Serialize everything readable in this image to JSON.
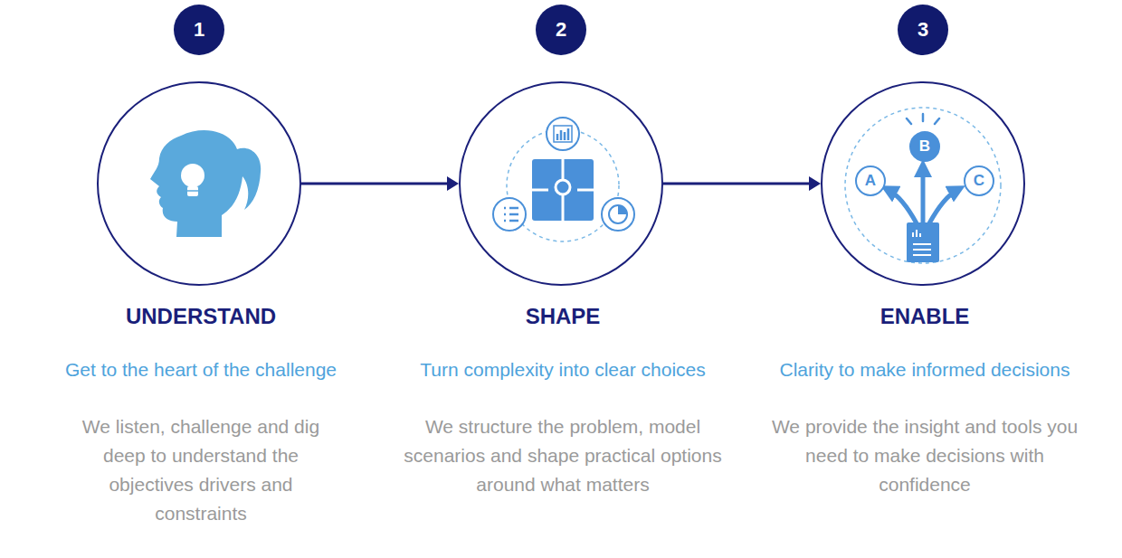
{
  "diagram": {
    "nodes": [
      {
        "text": [
          "1"
        ]
      },
      {
        "text": [
          "UNDERSTAND",
          "Get to the heart of the challenge",
          "We listen, challenge and dig deep to understand the objectives drivers and constraints"
        ]
      },
      {
        "text": [
          "2"
        ]
      },
      {
        "text": [
          "SHAPE",
          "Turn complexity into clear choices",
          "We structure the problem, model scenarios and shape practical options around what matters"
        ]
      },
      {
        "text": [
          "3"
        ]
      },
      {
        "text": [
          "ENABLE",
          "Clarity to make informed decisions",
          "We provide the insight and tools you need to make decisions with confidence"
        ]
      },
      {
        "text": [
          "A"
        ],
        "in": 5
      },
      {
        "text": [
          "B"
        ],
        "in": 5
      },
      {
        "text": [
          "C"
        ],
        "in": 5
      }
    ],
    "edges": [
      {
        "from": 1,
        "to": 3,
        "arrow": "to"
      },
      {
        "from": 3,
        "to": 5,
        "arrow": "to"
      }
    ]
  }
}
